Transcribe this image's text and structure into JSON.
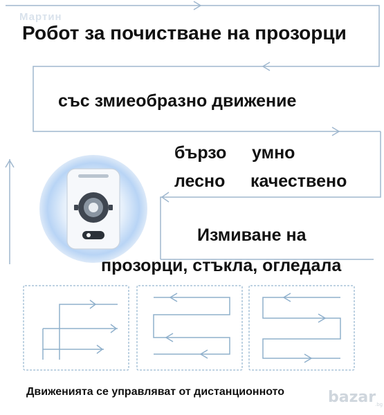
{
  "watermark": {
    "top": "Мартин",
    "logo": "bazar",
    "logo_sub": ".bg"
  },
  "headline": {
    "line1": "Робот за почистване на прозорци",
    "line2": "със змиеобразно движение"
  },
  "features": {
    "fast": "бързо",
    "smart": "умно",
    "easy": "лесно",
    "quality": "качествено"
  },
  "usage": {
    "line1": "Измиване на",
    "line2": "прозорци, стъкла, огледала"
  },
  "footer": {
    "caption": "Движенията се управляват от дистанционното"
  },
  "colors": {
    "line": "#9fb7ce",
    "panel_border": "#a9c3d8",
    "robot_glow": "#b8d4f5",
    "robot_body": "#f6f8fb",
    "text": "#111111"
  }
}
